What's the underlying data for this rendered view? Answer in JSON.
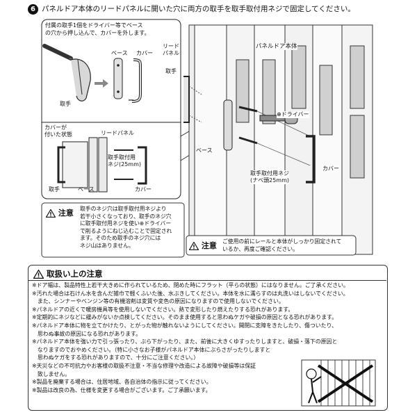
{
  "step": {
    "number": "6",
    "title": "パネルドア本体のリードパネルに開いた穴に両方の取手を取手取付用ネジで固定してください。"
  },
  "inset": {
    "instruction_lines": [
      "付属の取手1個をドライバー等でベース",
      "の穴から押し込んで、カバーを外します。"
    ],
    "label_base": "ベース",
    "label_cover": "カバー",
    "label_handle": "取手"
  },
  "detail": {
    "label_cover_attached_1": "カバーが",
    "label_cover_attached_2": "付いた状態",
    "label_lead_panel": "リードパネル",
    "label_screw_1": "取手取付用",
    "label_screw_2": "ネジ(25mm)",
    "label_handle": "取手",
    "label_base": "ベース",
    "label_cover": "カバー"
  },
  "main_figure": {
    "label_lead_panel_1": "リード",
    "label_lead_panel_2": "パネル",
    "label_door_body": "パネルドア本体",
    "label_handle": "取手",
    "label_driver": "⊕ドライバー",
    "label_base": "ベース",
    "label_cover": "カバー",
    "label_screw_1": "取手取付用ネジ",
    "label_screw_2": "(ナベ頭25mm)"
  },
  "caution_left": {
    "head": "注意",
    "lines": [
      "取手のネジ穴は取手取付用ネジより",
      "若干小さくなっており、取手のネジ穴",
      "に取手取付用ネジを使い⊕ドライバー",
      "で削るようにねじ込むことで固定され",
      "ます。そのため取手のネジ穴には",
      "ネジ山はありません。"
    ]
  },
  "caution_right": {
    "head": "注意",
    "lines": [
      "ご使用の前にレールと本体がしっかり固定されて",
      "いるか、再度ご確認ください。"
    ]
  },
  "handling": {
    "title": "取扱い上の注意",
    "lines": [
      "※ドア幅は、製品特性上若干大きめに作られているため、閉めた時にフラット（平らの状態）にはなりません。ご了承ください。",
      "※汚れた場合は石けん水を含んだ雑巾で軽くふいた後、水ぶきしてください。本体を水に濡らすのは丸洗いはしないでください。",
      "　また、シンナーやベンジン等の有機溶剤は変質や変色の原因になりますので使用しないでください。",
      "※パネルドアの近くで暖房機具等を使用しないでください。熱で変形したり燃えたりする恐れがあります。",
      "※定期的にネジなどに緩みがないか点検してください。そのまま使用すると思わぬケガや破損の原因となる恐れがあります。",
      "※パネルドア本体に物を立てかけたり、とがった物が触れないようにしてください。開閉に支障をきたしたり、傷ついたり、",
      "　思わぬ事故の原因になる恐れがあります。",
      "※パネルドア本体を強い力で引っ張ったり、ぶら下がったり、また、前後に大きくゆすったりしますと、破損・落下の原因と",
      "　なりますのでおやめください。（特に小さなお子様がパネルドア本体にぶらさがったりしますと",
      "　思わぬケガをする恐れがありますので、十分にご注意ください。）",
      "※天災などの不可抗力やお客様の取扱不注意・不当な修理や改造による故障や破損等は保証",
      "　致しません。",
      "※製品を廃棄する場合は、住居地域、各自治体の指示に従ってください。",
      "※製品は改良の為、仕様を変更する場合がございます。ご了承願います。"
    ]
  }
}
